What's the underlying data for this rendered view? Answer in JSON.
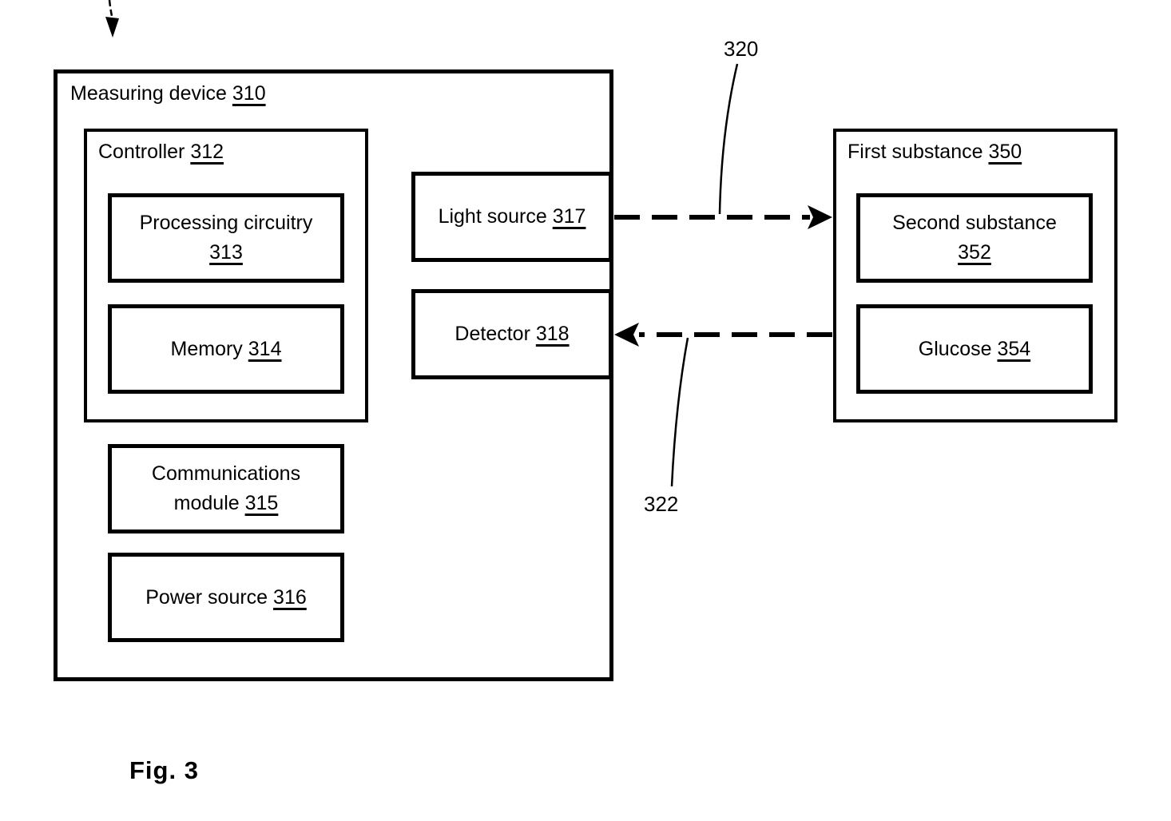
{
  "figure": {
    "caption": "Fig. 3",
    "colors": {
      "ink": "#000000",
      "background": "#ffffff"
    }
  },
  "boxes": {
    "measuring_device": {
      "label": "Measuring device",
      "ref": "310"
    },
    "controller": {
      "label": "Controller",
      "ref": "312"
    },
    "processing_circuitry": {
      "line1": "Processing circuitry",
      "ref": "313"
    },
    "memory": {
      "label": "Memory",
      "ref": "314"
    },
    "communications_module": {
      "line1": "Communications",
      "line2": "module",
      "ref": "315"
    },
    "power_source": {
      "label": "Power source",
      "ref": "316"
    },
    "light_source": {
      "label": "Light source",
      "ref": "317"
    },
    "detector": {
      "label": "Detector",
      "ref": "318"
    },
    "first_substance": {
      "label": "First substance",
      "ref": "350"
    },
    "second_substance": {
      "line1": "Second substance",
      "ref": "352"
    },
    "glucose": {
      "label": "Glucose",
      "ref": "354"
    }
  },
  "annotations": {
    "beam_out": {
      "ref": "320"
    },
    "beam_return": {
      "ref": "322"
    }
  }
}
